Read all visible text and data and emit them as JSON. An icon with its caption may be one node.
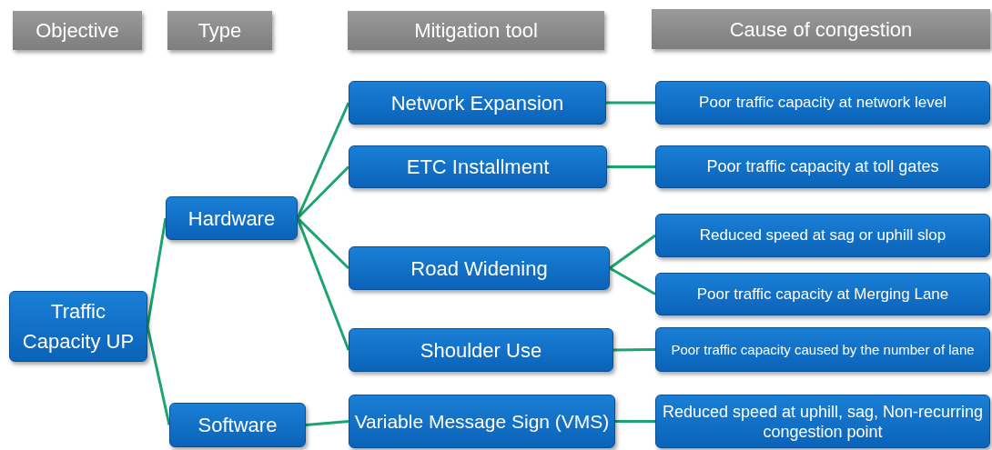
{
  "diagram": {
    "nodes": [
      {
        "text": [
          "Objective"
        ]
      },
      {
        "text": [
          "Type"
        ]
      },
      {
        "text": [
          "Mitigation  tool"
        ]
      },
      {
        "text": [
          "Cause of congestion"
        ]
      },
      {
        "text": [
          "Traffic Capacity UP"
        ]
      },
      {
        "text": [
          "Hardware"
        ]
      },
      {
        "text": [
          "Software"
        ]
      },
      {
        "text": [
          "Network Expansion"
        ]
      },
      {
        "text": [
          "ETC Installment"
        ]
      },
      {
        "text": [
          "Road Widening"
        ]
      },
      {
        "text": [
          "Shoulder Use"
        ]
      },
      {
        "text": [
          "Variable Message Sign (VMS)"
        ]
      },
      {
        "text": [
          "Poor traffic capacity at network level"
        ]
      },
      {
        "text": [
          "Poor traffic capacity at toll gates"
        ]
      },
      {
        "text": [
          "Reduced speed at sag or uphill slop"
        ]
      },
      {
        "text": [
          "Poor traffic capacity at Merging Lane"
        ]
      },
      {
        "text": [
          "Poor traffic capacity caused by the number of lane"
        ]
      },
      {
        "text": [
          "Reduced speed at uphill, sag, Non-recurring congestion point"
        ]
      }
    ],
    "edges": [
      {
        "from": 4,
        "to": 5,
        "arrow": "none"
      },
      {
        "from": 4,
        "to": 6,
        "arrow": "none"
      },
      {
        "from": 5,
        "to": 7,
        "arrow": "none"
      },
      {
        "from": 5,
        "to": 8,
        "arrow": "none"
      },
      {
        "from": 5,
        "to": 9,
        "arrow": "none"
      },
      {
        "from": 5,
        "to": 10,
        "arrow": "none"
      },
      {
        "from": 6,
        "to": 11,
        "arrow": "none"
      },
      {
        "from": 7,
        "to": 12,
        "arrow": "none"
      },
      {
        "from": 8,
        "to": 13,
        "arrow": "none"
      },
      {
        "from": 9,
        "to": 14,
        "arrow": "none"
      },
      {
        "from": 9,
        "to": 15,
        "arrow": "none"
      },
      {
        "from": 10,
        "to": 16,
        "arrow": "none"
      },
      {
        "from": 11,
        "to": 17,
        "arrow": "none"
      }
    ]
  }
}
